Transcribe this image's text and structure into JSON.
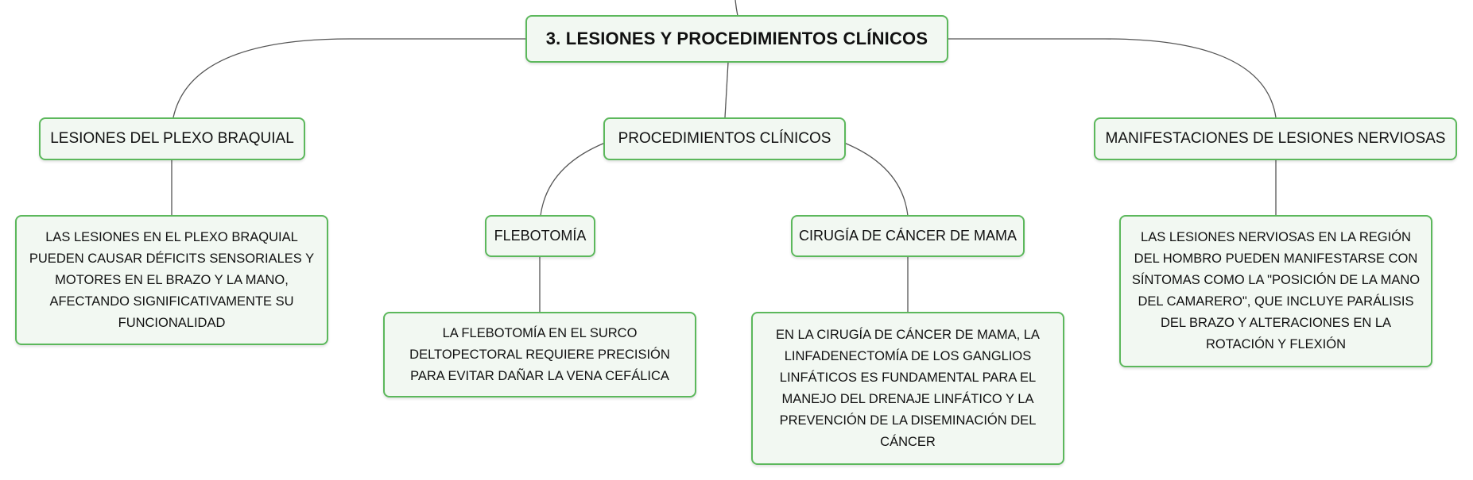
{
  "diagram": {
    "root": {
      "label": "3. LESIONES Y PROCEDIMIENTOS CLÍNICOS"
    },
    "branches": [
      {
        "label": "LESIONES DEL PLEXO BRAQUIAL",
        "detail": "LAS LESIONES EN EL PLEXO BRAQUIAL PUEDEN CAUSAR DÉFICITS SENSORIALES Y MOTORES EN EL BRAZO Y LA MANO, AFECTANDO SIGNIFICATIVAMENTE SU FUNCIONALIDAD"
      },
      {
        "label": "PROCEDIMIENTOS CLÍNICOS",
        "children": [
          {
            "label": "FLEBOTOMÍA",
            "detail": "LA FLEBOTOMÍA EN EL SURCO DELTOPECTORAL REQUIERE PRECISIÓN PARA EVITAR DAÑAR LA VENA CEFÁLICA"
          },
          {
            "label": "CIRUGÍA DE CÁNCER DE MAMA",
            "detail": "EN LA CIRUGÍA DE CÁNCER DE MAMA, LA LINFADENECTOMÍA DE LOS GANGLIOS LINFÁTICOS ES FUNDAMENTAL PARA EL MANEJO DEL DRENAJE LINFÁTICO Y LA PREVENCIÓN DE LA DISEMINACIÓN DEL CÁNCER"
          }
        ]
      },
      {
        "label": "MANIFESTACIONES DE LESIONES NERVIOSAS",
        "detail": "LAS LESIONES NERVIOSAS EN LA REGIÓN DEL HOMBRO PUEDEN MANIFESTARSE CON SÍNTOMAS COMO LA \"POSICIÓN DE LA MANO DEL CAMARERO\", QUE INCLUYE PARÁLISIS DEL BRAZO Y ALTERACIONES EN LA ROTACIÓN Y FLEXIÓN"
      }
    ],
    "colors": {
      "node_border": "#5cb85c",
      "node_fill": "#f2f8f2",
      "connector": "#555555",
      "text": "#111111"
    }
  }
}
